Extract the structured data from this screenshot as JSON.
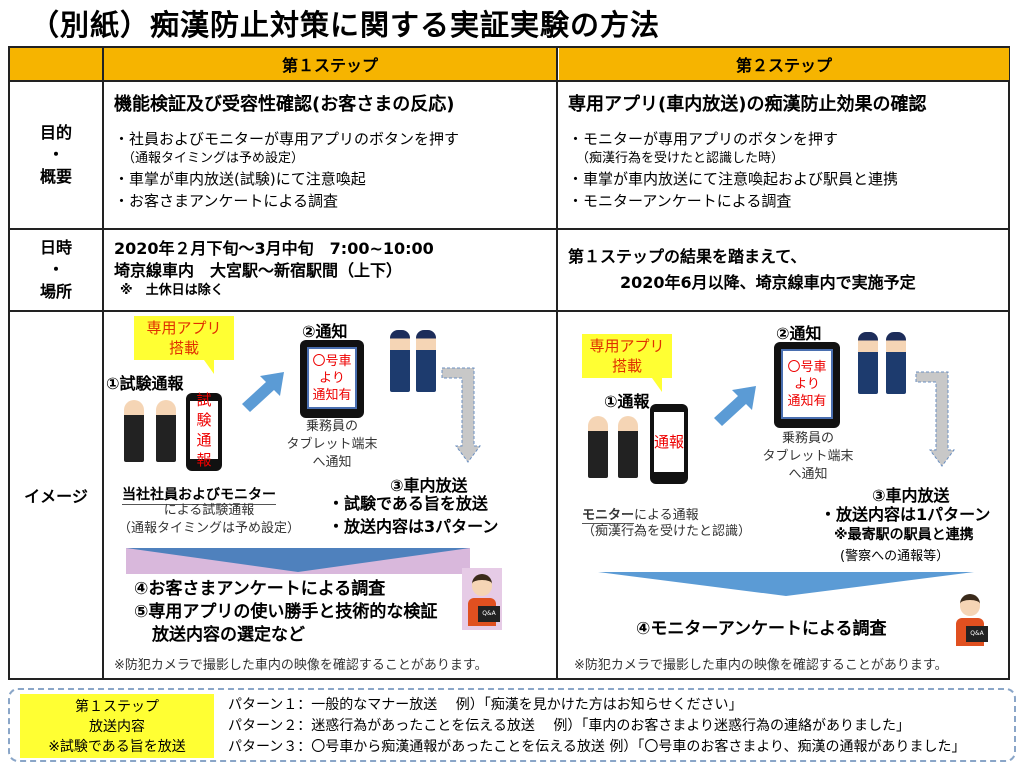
{
  "title": "（別紙）痴漢防止対策に関する実証実験の方法",
  "headers": {
    "step1": "第１ステップ",
    "step2": "第２ステップ"
  },
  "labels": {
    "purpose": [
      "目的",
      "・",
      "概要"
    ],
    "date": [
      "日時",
      "・",
      "場所"
    ],
    "image": "イメージ"
  },
  "step1": {
    "purpose_title": "機能検証及び受容性確認(お客さまの反応)",
    "purpose_lines": [
      "・社員およびモニターが専用アプリのボタンを押す",
      "（通報タイミングは予め設定）",
      "・車掌が車内放送(試験)にて注意喚起",
      "・お客さまアンケートによる調査"
    ],
    "date_lines": [
      "2020年２月下旬～3月中旬　7:00~10:00",
      "埼京線車内　大宮駅～新宿駅間（上下）",
      "※　土休日は除く"
    ],
    "image": {
      "bubble": [
        "専用アプリ",
        "搭載"
      ],
      "step1": "①試験通報",
      "phone": [
        "試験",
        "通報"
      ],
      "step2": "②通知",
      "tablet": [
        "〇号車",
        "より",
        "通知有"
      ],
      "tablet_caption": [
        "乗務員の",
        "タブレット端末",
        "へ通知"
      ],
      "reporter_bold": "当社社員およびモニター",
      "reporter_lines": [
        "による試験通報",
        "（通報タイミングは予め設定）"
      ],
      "step3": "③車内放送",
      "step3_lines": [
        "・試験である旨を放送",
        "・放送内容は3パターン"
      ],
      "survey_lines": [
        "④お客さまアンケートによる調査",
        "⑤専用アプリの使い勝手と技術的な検証",
        "放送内容の選定など"
      ],
      "qa": "Q&A",
      "note": "※防犯カメラで撮影した車内の映像を確認することがあります。"
    }
  },
  "step2": {
    "purpose_title": "専用アプリ(車内放送)の痴漢防止効果の確認",
    "purpose_lines": [
      "・モニターが専用アプリのボタンを押す",
      "（痴漢行為を受けたと認識した時）",
      "・車掌が車内放送にて注意喚起および駅員と連携",
      "・モニターアンケートによる調査"
    ],
    "date_lines": [
      "第１ステップの結果を踏まえて、",
      "2020年6月以降、埼京線車内で実施予定"
    ],
    "image": {
      "bubble": [
        "専用アプリ",
        "搭載"
      ],
      "step1": "①通報",
      "phone": [
        "通報"
      ],
      "step2": "②通知",
      "tablet": [
        "〇号車",
        "より",
        "通知有"
      ],
      "tablet_caption": [
        "乗務員の",
        "タブレット端末",
        "へ通知"
      ],
      "reporter_bold": "モニター",
      "reporter_suffix": "による通報",
      "reporter_lines": [
        "（痴漢行為を受けたと認識）"
      ],
      "step3": "③車内放送",
      "step3_lines": [
        "・放送内容は1パターン",
        "※最寄駅の駅員と連携",
        "(警察への通報等）"
      ],
      "survey": "④モニターアンケートによる調査",
      "qa": "Q&A",
      "note": "※防犯カメラで撮影した車内の映像を確認することがあります。"
    }
  },
  "bottom": {
    "label": [
      "第１ステップ",
      "放送内容",
      "※試験である旨を放送"
    ],
    "patterns": [
      "パターン１：一般的なマナー放送　 例）「痴漢を見かけた方はお知らせください」",
      "パターン２：迷惑行為があったことを伝える放送　 例）「車内のお客さまより迷惑行為の連絡がありました」",
      "パターン３：〇号車から痴漢通報があったことを伝える放送  例）「〇号車のお客さまより、痴漢の通報がありました」"
    ]
  },
  "colors": {
    "header": "#f6b400",
    "bubble": "#ffff33",
    "arrow": "#4f81bd",
    "band": "#d9b8dc"
  }
}
